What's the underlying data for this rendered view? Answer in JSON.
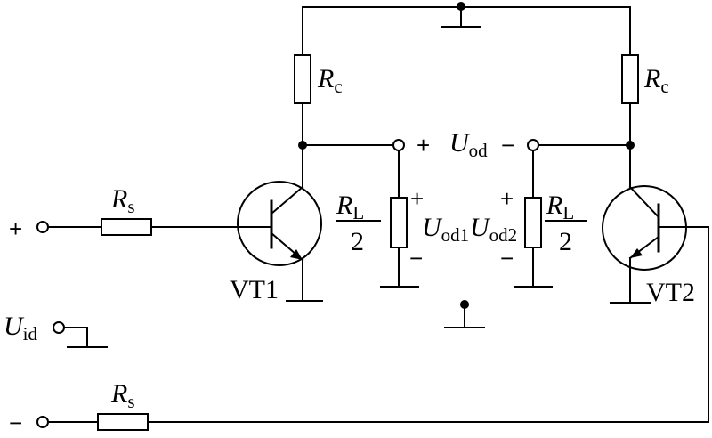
{
  "labels": {
    "rc": {
      "main": "R",
      "sub": "c"
    },
    "rs": {
      "main": "R",
      "sub": "s"
    },
    "rl": {
      "main": "R",
      "sub": "L",
      "den": "2"
    },
    "uod": {
      "main": "U",
      "sub": "od"
    },
    "uod1": {
      "main": "U",
      "sub": "od1"
    },
    "uod2": {
      "main": "U",
      "sub": "od2"
    },
    "uid": {
      "main": "U",
      "sub": "id"
    },
    "vt1": "VT1",
    "vt2": "VT2",
    "plus": "+",
    "minus": "−"
  }
}
